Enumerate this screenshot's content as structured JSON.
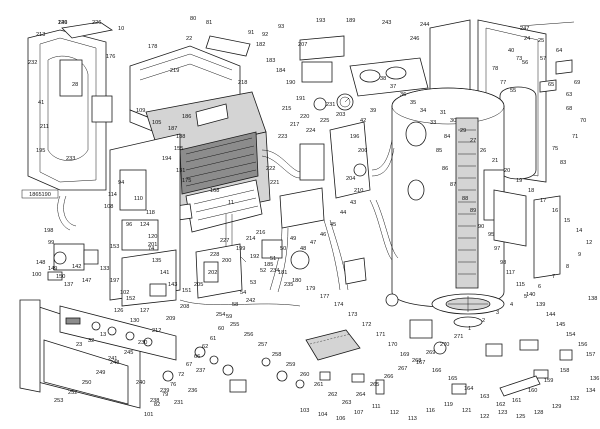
{
  "diagram": {
    "reference_code": "1865190",
    "callouts": [
      "229",
      "226",
      "213",
      "232",
      "41",
      "195",
      "211",
      "233",
      "178",
      "219",
      "22",
      "28",
      "176",
      "10",
      "109",
      "105",
      "186",
      "187",
      "218",
      "188",
      "155",
      "194",
      "168",
      "11",
      "131",
      "175",
      "94",
      "114",
      "108",
      "110",
      "118",
      "124",
      "120",
      "74",
      "135",
      "141",
      "143",
      "151",
      "153",
      "96",
      "201",
      "198",
      "99",
      "137",
      "142",
      "147",
      "148",
      "149",
      "150",
      "100",
      "133",
      "197",
      "102",
      "152",
      "127",
      "126",
      "130",
      "240",
      "238",
      "239",
      "231",
      "236",
      "237",
      "241",
      "23",
      "32",
      "13",
      "80",
      "81",
      "91",
      "92",
      "93",
      "182",
      "183",
      "184",
      "190",
      "191",
      "193",
      "189",
      "207",
      "203",
      "231",
      "215",
      "217",
      "220",
      "223",
      "222",
      "221",
      "224",
      "225",
      "196",
      "206",
      "204",
      "210",
      "214",
      "216",
      "227",
      "228",
      "234",
      "235",
      "242",
      "243",
      "244",
      "246",
      "247",
      "25",
      "24",
      "40",
      "73",
      "78",
      "77",
      "55",
      "56",
      "57",
      "64",
      "65",
      "63",
      "68",
      "69",
      "70",
      "71",
      "75",
      "83",
      "84",
      "85",
      "86",
      "87",
      "88",
      "89",
      "90",
      "95",
      "97",
      "98",
      "117",
      "115",
      "140",
      "139",
      "144",
      "145",
      "154",
      "156",
      "157",
      "158",
      "159",
      "160",
      "161",
      "162",
      "163",
      "164",
      "165",
      "166",
      "167",
      "169",
      "170",
      "171",
      "172",
      "173",
      "174",
      "177",
      "179",
      "180",
      "181",
      "185",
      "192",
      "199",
      "200",
      "202",
      "205",
      "208",
      "209",
      "212",
      "230",
      "245",
      "248",
      "249",
      "250",
      "252",
      "253",
      "254",
      "255",
      "256",
      "257",
      "258",
      "259",
      "260",
      "261",
      "262",
      "263",
      "264",
      "265",
      "266",
      "267",
      "268",
      "269",
      "270",
      "271",
      "1",
      "2",
      "3",
      "4",
      "5",
      "6",
      "7",
      "8",
      "9",
      "12",
      "14",
      "15",
      "16",
      "17",
      "18",
      "19",
      "20",
      "21",
      "26",
      "27",
      "29",
      "30",
      "31",
      "33",
      "34",
      "35",
      "36",
      "37",
      "38",
      "39",
      "42",
      "43",
      "44",
      "45",
      "46",
      "47",
      "48",
      "49",
      "50",
      "51",
      "52",
      "53",
      "54",
      "58",
      "59",
      "60",
      "61",
      "62",
      "66",
      "67",
      "72",
      "76",
      "79",
      "82",
      "101",
      "103",
      "104",
      "106",
      "107",
      "111",
      "112",
      "113",
      "116",
      "119",
      "121",
      "122",
      "123",
      "125",
      "128",
      "129",
      "132",
      "134",
      "136",
      "138",
      "146"
    ]
  }
}
